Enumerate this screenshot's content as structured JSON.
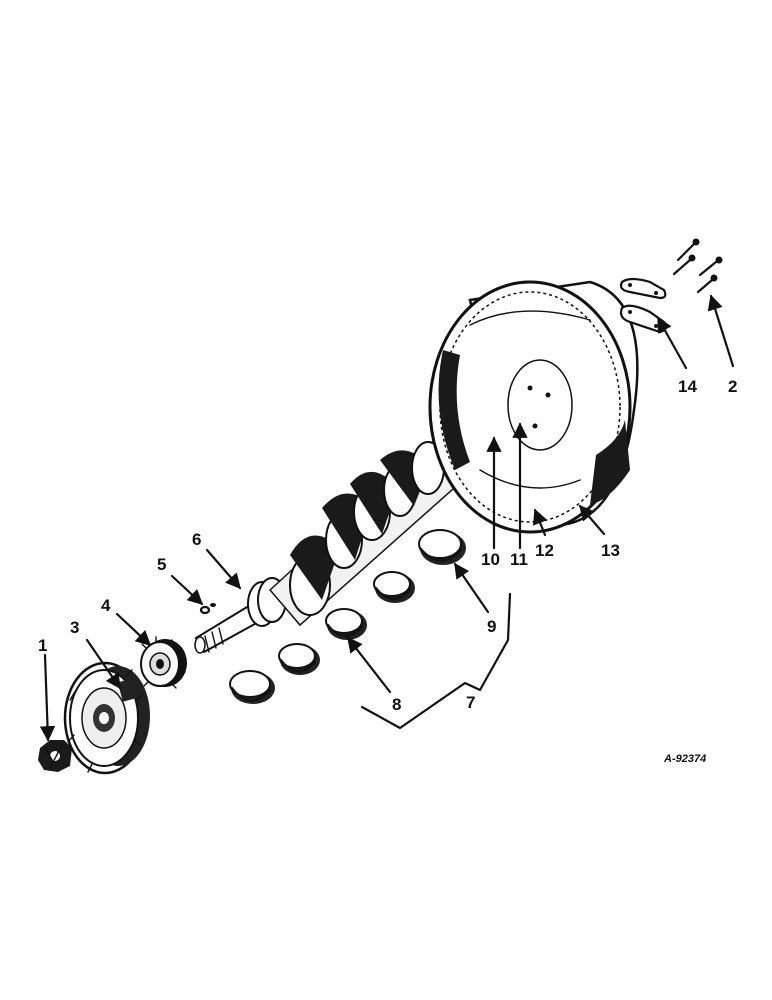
{
  "figure": {
    "reference": "A-92374"
  },
  "callouts": [
    {
      "id": "1",
      "label": "1"
    },
    {
      "id": "2",
      "label": "2"
    },
    {
      "id": "3",
      "label": "3"
    },
    {
      "id": "4",
      "label": "4"
    },
    {
      "id": "5",
      "label": "5"
    },
    {
      "id": "6",
      "label": "6"
    },
    {
      "id": "7",
      "label": "7"
    },
    {
      "id": "8",
      "label": "8"
    },
    {
      "id": "9",
      "label": "9"
    },
    {
      "id": "10",
      "label": "10"
    },
    {
      "id": "11",
      "label": "11"
    },
    {
      "id": "12",
      "label": "12"
    },
    {
      "id": "13",
      "label": "13"
    },
    {
      "id": "14",
      "label": "14"
    }
  ]
}
